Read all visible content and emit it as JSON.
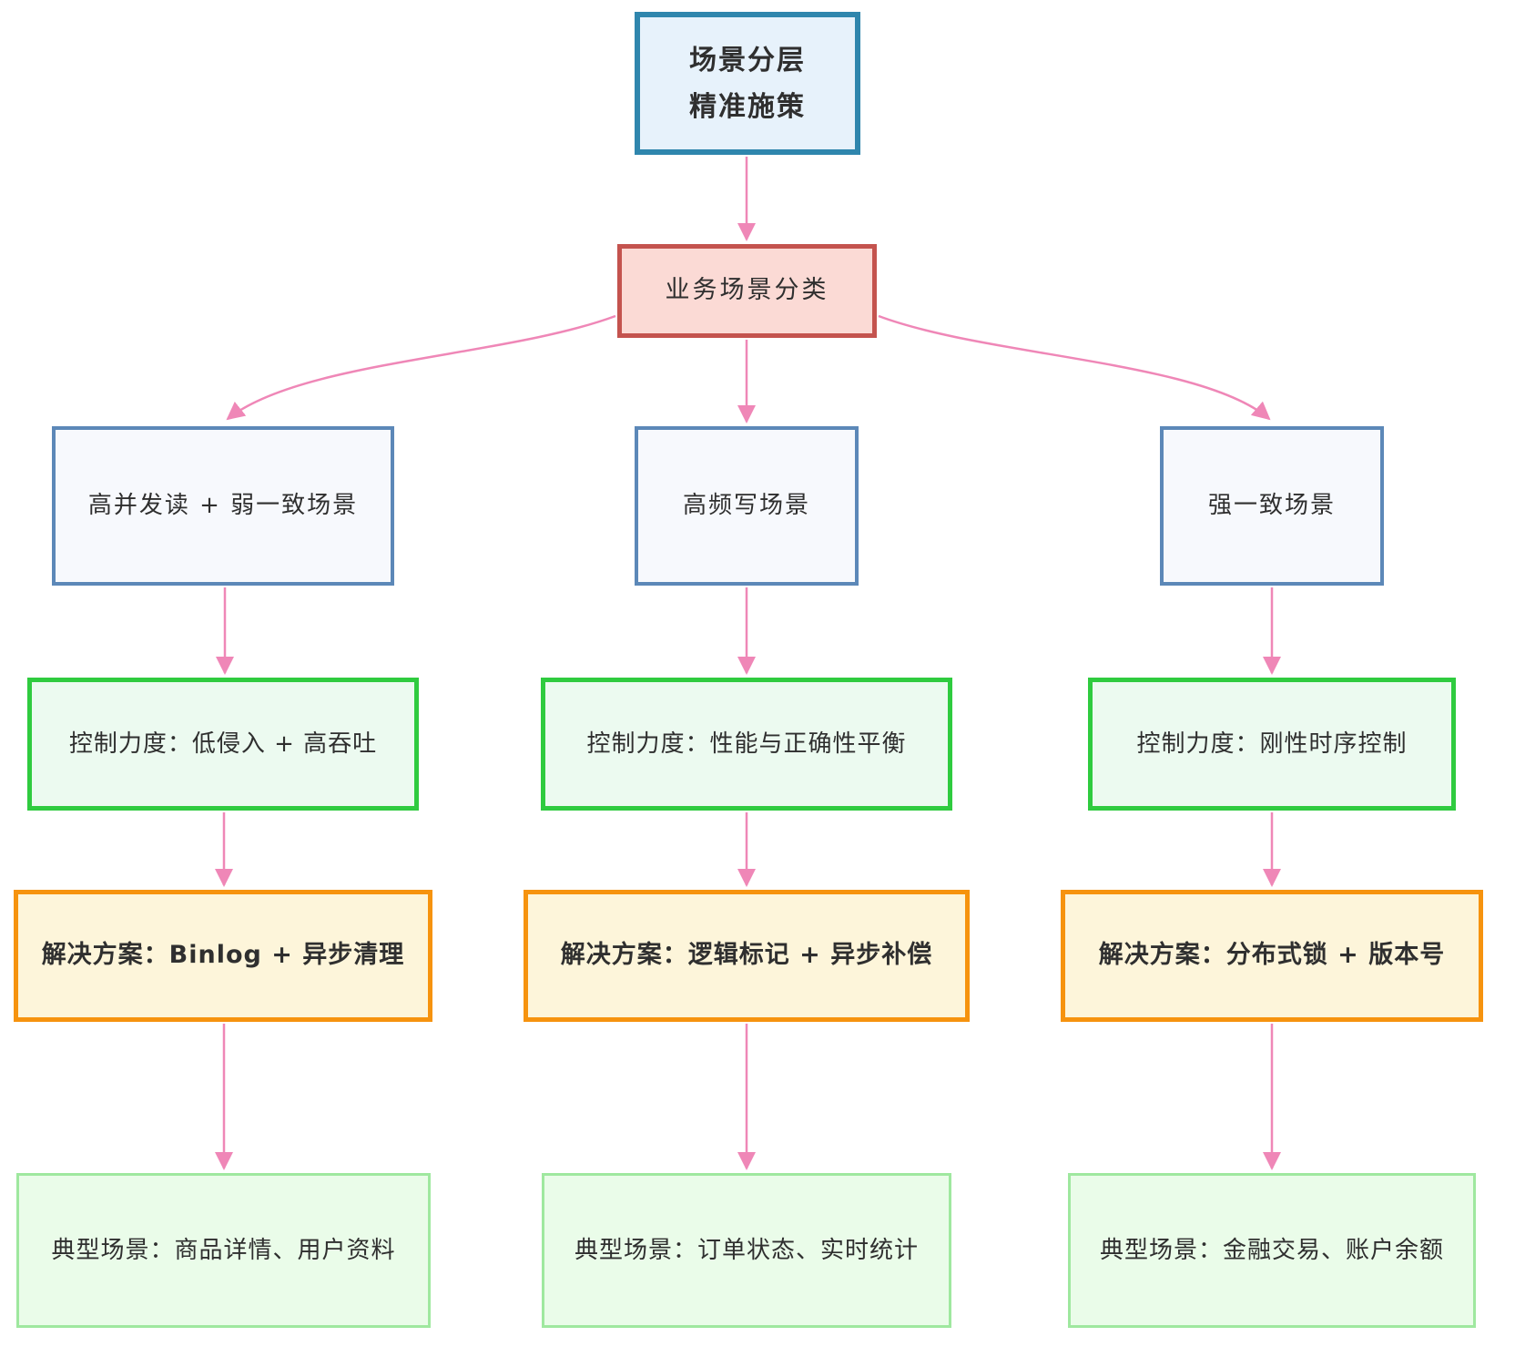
{
  "diagram": {
    "title": {
      "line1": "场景分层",
      "line2": "精准施策"
    },
    "category": {
      "label": "业务场景分类"
    },
    "branches": [
      {
        "name": "high-concurrency-read",
        "scene": "高并发读 + 弱一致场景",
        "control": "控制力度：低侵入 + 高吞吐",
        "solution": "解决方案：Binlog + 异步清理",
        "typical": "典型场景：商品详情、用户资料"
      },
      {
        "name": "high-frequency-write",
        "scene": "高频写场景",
        "control": "控制力度：性能与正确性平衡",
        "solution": "解决方案：逻辑标记 + 异步补偿",
        "typical": "典型场景：订单状态、实时统计"
      },
      {
        "name": "strong-consistency",
        "scene": "强一致场景",
        "control": "控制力度：刚性时序控制",
        "solution": "解决方案：分布式锁 + 版本号",
        "typical": "典型场景：金融交易、账户余额"
      }
    ]
  },
  "palette": {
    "page-bg": "#ffffff",
    "text-color": "#2f2f2f",
    "arrow-color": "#ef87b7",
    "title-border": "#2f86ad",
    "title-fill": "#e7f2fb",
    "category-border": "#c4534e",
    "category-fill": "#fbdad5",
    "scene-border": "#5c88b8",
    "scene-fill": "#f7f9fd",
    "control-border": "#2fcb3f",
    "control-fill": "#ecfaf0",
    "solution-border": "#f6930e",
    "solution-fill": "#fdf5da",
    "typical-border": "#9fe89f",
    "typical-fill": "#eafce9"
  }
}
